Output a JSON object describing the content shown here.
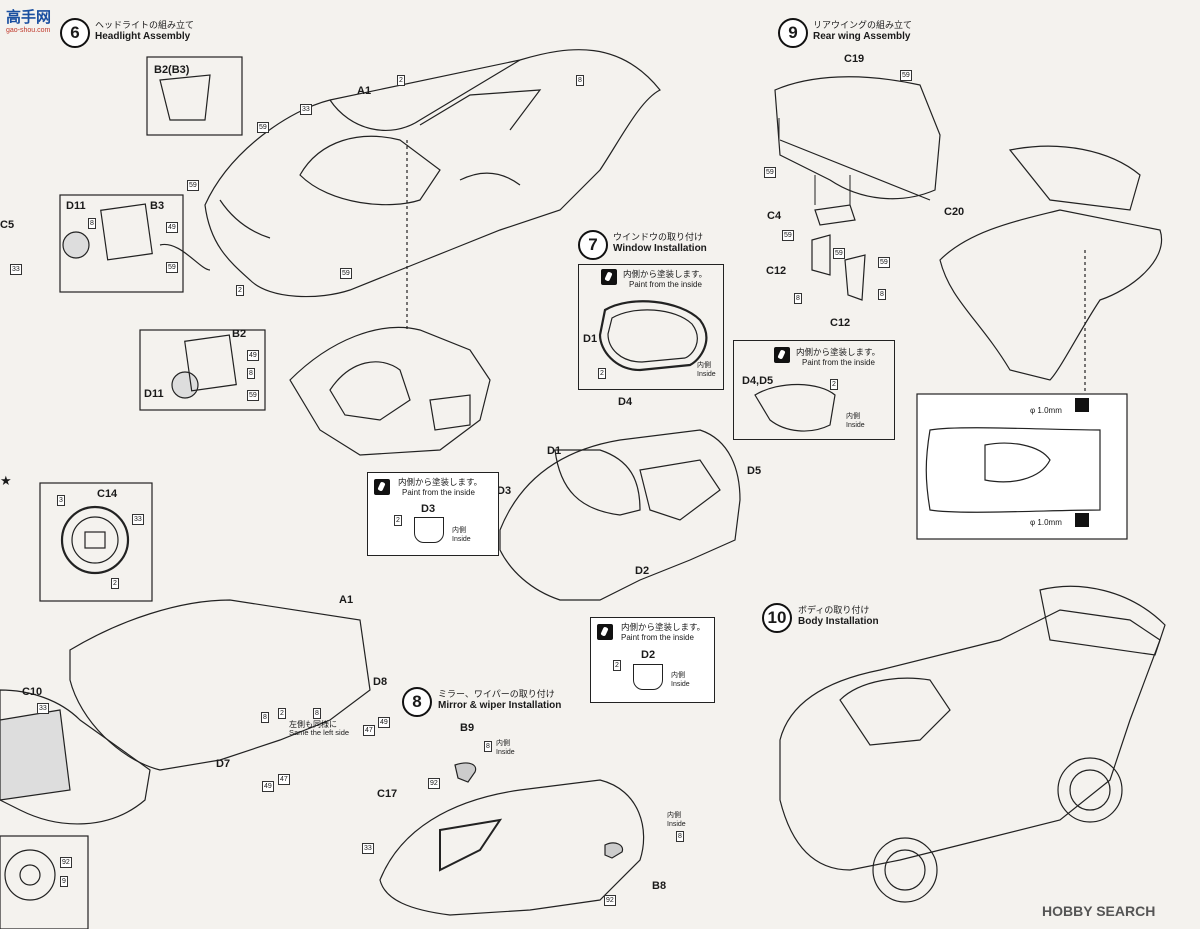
{
  "header": {
    "logo_text": "高手网",
    "logo_url_text": "gao-shou.com"
  },
  "steps": {
    "s6": {
      "num": "6",
      "jp": "ヘッドライトの組み立て",
      "en": "Headlight Assembly"
    },
    "s7": {
      "num": "7",
      "jp": "ウインドウの取り付け",
      "en": "Window Installation"
    },
    "s8": {
      "num": "8",
      "jp": "ミラー、ワイパーの取り付け",
      "en": "Mirror & wiper Installation"
    },
    "s9": {
      "num": "9",
      "jp": "リアウイングの組み立て",
      "en": "Rear wing Assembly"
    },
    "s10": {
      "num": "10",
      "jp": "ボディの取り付け",
      "en": "Body Installation"
    }
  },
  "paint_note": {
    "jp": "内側から塗装します。",
    "en": "Paint from the inside",
    "inside_jp": "内側",
    "inside_en": "Inside"
  },
  "parts": {
    "b2b3": "B2(B3)",
    "a1": "A1",
    "d11": "D11",
    "b3": "B3",
    "b2": "B2",
    "c5": "C5",
    "d1": "D1",
    "d4": "D4",
    "d3": "D3",
    "d5": "D5",
    "d2": "D2",
    "d4d5": "D4,D5",
    "c19": "C19",
    "c4": "C4",
    "c12": "C12",
    "c20": "C20",
    "c14": "C14",
    "c10": "C10",
    "d8": "D8",
    "d7": "D7",
    "b9": "B9",
    "c17": "C17",
    "b8": "B8"
  },
  "colors": {
    "c2": "2",
    "c8": "8",
    "c33": "33",
    "c47": "47",
    "c49": "49",
    "c59": "59",
    "c92": "92",
    "c9": "9",
    "c3": "3"
  },
  "misc": {
    "same_left_jp": "左側も同様に",
    "same_left_en": "Same the left side",
    "drill1": "φ 1.0mm",
    "drill2": "φ 1.0mm",
    "watermark": "HOBBY SEARCH"
  }
}
